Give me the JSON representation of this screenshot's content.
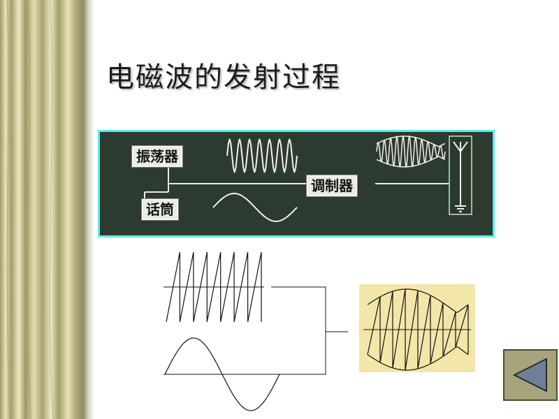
{
  "slide": {
    "title": "电磁波的发射过程"
  },
  "diagram": {
    "oscillator_label": "振荡器",
    "microphone_label": "话筒",
    "modulator_label": "调制器"
  },
  "colors": {
    "board_background": "#2c3a2f",
    "board_border": "#59ecef",
    "modulated_box_fill": "#f3e6a9",
    "nav_button_fill": "#a7a37a",
    "nav_arrow_fill": "#6f7f99"
  },
  "nav": {
    "back_icon": "triangle-left-icon"
  }
}
